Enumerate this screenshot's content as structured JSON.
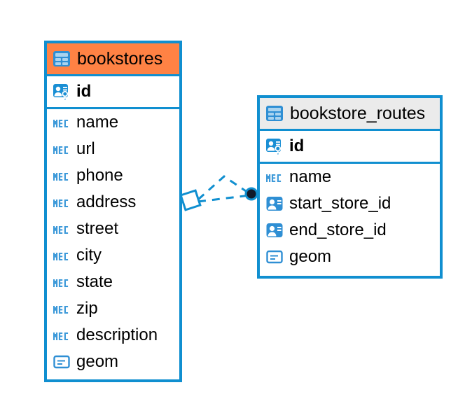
{
  "diagram": {
    "type": "entity-relationship-diagram",
    "background": "#ffffff",
    "accent_blue": "#108fd0",
    "accent_orange": "#ff8244",
    "header_gray": "#ebebeb",
    "text_color": "#000000"
  },
  "entities": [
    {
      "id": "bookstores",
      "name": "bookstores",
      "header_style": "accent-orange",
      "table_icon": "table-icon",
      "primary_key": {
        "label": "id",
        "icon": "primary-key-icon"
      },
      "fields": [
        {
          "label": "name",
          "icon": "abc-text-icon"
        },
        {
          "label": "url",
          "icon": "abc-text-icon"
        },
        {
          "label": "phone",
          "icon": "abc-text-icon"
        },
        {
          "label": "address",
          "icon": "abc-text-icon"
        },
        {
          "label": "street",
          "icon": "abc-text-icon"
        },
        {
          "label": "city",
          "icon": "abc-text-icon"
        },
        {
          "label": "state",
          "icon": "abc-text-icon"
        },
        {
          "label": "zip",
          "icon": "abc-text-icon"
        },
        {
          "label": "description",
          "icon": "abc-text-icon"
        },
        {
          "label": "geom",
          "icon": "geometry-icon"
        }
      ]
    },
    {
      "id": "bookstore_routes",
      "name": "bookstore_routes",
      "header_style": "accent-gray",
      "table_icon": "table-icon",
      "primary_key": {
        "label": "id",
        "icon": "primary-key-icon"
      },
      "fields": [
        {
          "label": "name",
          "icon": "abc-text-icon"
        },
        {
          "label": "start_store_id",
          "icon": "foreign-key-icon"
        },
        {
          "label": "end_store_id",
          "icon": "foreign-key-icon"
        },
        {
          "label": "geom",
          "icon": "geometry-icon"
        }
      ]
    }
  ],
  "relationship": {
    "style": "dashed",
    "color": "#108fd0",
    "source_marker": "diamond-marker",
    "target_marker": "filled-circle-marker",
    "source_entity": "bookstores",
    "target_entity": "bookstore_routes",
    "branches": 2
  }
}
